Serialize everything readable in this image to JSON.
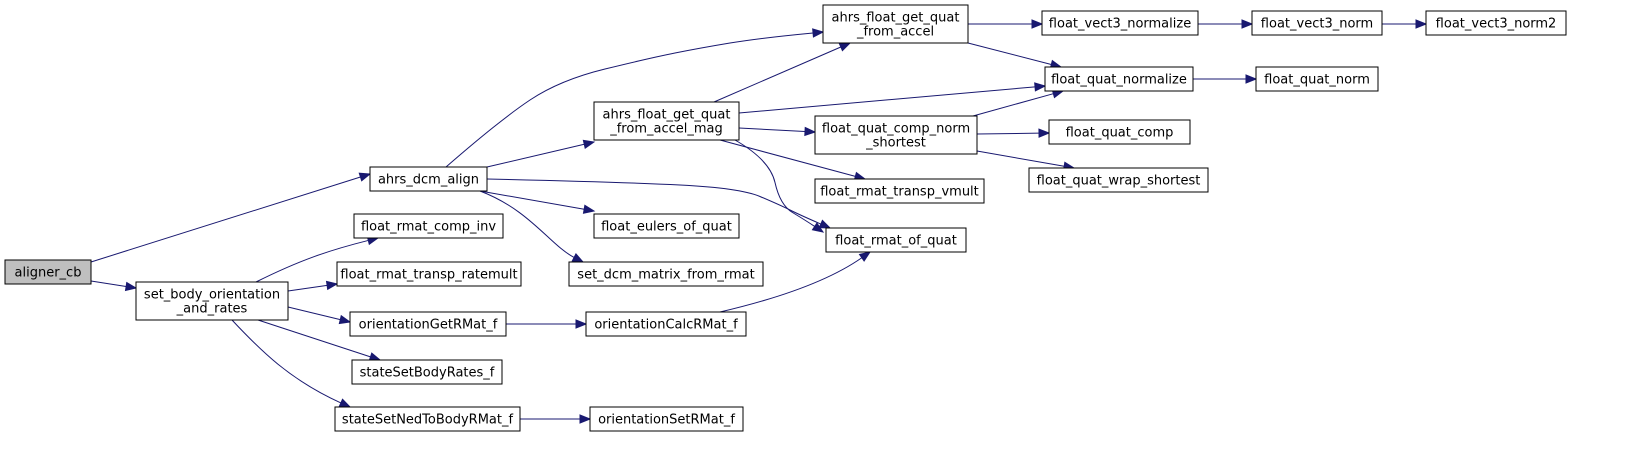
{
  "colors": {
    "edge": "#191970",
    "root_fill": "#bfbfbf",
    "node_fill": "#ffffff",
    "node_border": "#000000"
  },
  "nodes": {
    "aligner_cb": {
      "lines": [
        "aligner_cb"
      ]
    },
    "ahrs_dcm_align": {
      "lines": [
        "ahrs_dcm_align"
      ]
    },
    "set_body_orientation_and_rates": {
      "lines": [
        "set_body_orientation",
        "_and_rates"
      ]
    },
    "ahrs_float_get_quat_from_accel": {
      "lines": [
        "ahrs_float_get_quat",
        "_from_accel"
      ]
    },
    "ahrs_float_get_quat_from_accel_mag": {
      "lines": [
        "ahrs_float_get_quat",
        "_from_accel_mag"
      ]
    },
    "float_eulers_of_quat": {
      "lines": [
        "float_eulers_of_quat"
      ]
    },
    "set_dcm_matrix_from_rmat": {
      "lines": [
        "set_dcm_matrix_from_rmat"
      ]
    },
    "float_rmat_of_quat": {
      "lines": [
        "float_rmat_of_quat"
      ]
    },
    "float_rmat_comp_inv": {
      "lines": [
        "float_rmat_comp_inv"
      ]
    },
    "float_rmat_transp_ratemult": {
      "lines": [
        "float_rmat_transp_ratemult"
      ]
    },
    "orientationGetRMat_f": {
      "lines": [
        "orientationGetRMat_f"
      ]
    },
    "stateSetBodyRates_f": {
      "lines": [
        "stateSetBodyRates_f"
      ]
    },
    "stateSetNedToBodyRMat_f": {
      "lines": [
        "stateSetNedToBodyRMat_f"
      ]
    },
    "float_vect3_normalize": {
      "lines": [
        "float_vect3_normalize"
      ]
    },
    "float_quat_normalize": {
      "lines": [
        "float_quat_normalize"
      ]
    },
    "float_vect3_norm": {
      "lines": [
        "float_vect3_norm"
      ]
    },
    "float_vect3_norm2": {
      "lines": [
        "float_vect3_norm2"
      ]
    },
    "float_quat_norm": {
      "lines": [
        "float_quat_norm"
      ]
    },
    "float_quat_comp_norm_shortest": {
      "lines": [
        "float_quat_comp_norm",
        "_shortest"
      ]
    },
    "float_rmat_transp_vmult": {
      "lines": [
        "float_rmat_transp_vmult"
      ]
    },
    "float_quat_comp": {
      "lines": [
        "float_quat_comp"
      ]
    },
    "float_quat_wrap_shortest": {
      "lines": [
        "float_quat_wrap_shortest"
      ]
    },
    "orientationCalcRMat_f": {
      "lines": [
        "orientationCalcRMat_f"
      ]
    },
    "orientationSetRMat_f": {
      "lines": [
        "orientationSetRMat_f"
      ]
    }
  },
  "edges": [
    [
      "aligner_cb",
      "ahrs_dcm_align"
    ],
    [
      "aligner_cb",
      "set_body_orientation_and_rates"
    ],
    [
      "ahrs_dcm_align",
      "ahrs_float_get_quat_from_accel"
    ],
    [
      "ahrs_dcm_align",
      "ahrs_float_get_quat_from_accel_mag"
    ],
    [
      "ahrs_dcm_align",
      "float_eulers_of_quat"
    ],
    [
      "ahrs_dcm_align",
      "set_dcm_matrix_from_rmat"
    ],
    [
      "ahrs_dcm_align",
      "float_rmat_of_quat"
    ],
    [
      "ahrs_float_get_quat_from_accel",
      "float_vect3_normalize"
    ],
    [
      "ahrs_float_get_quat_from_accel",
      "float_quat_normalize"
    ],
    [
      "float_vect3_normalize",
      "float_vect3_norm"
    ],
    [
      "float_vect3_norm",
      "float_vect3_norm2"
    ],
    [
      "float_quat_normalize",
      "float_quat_norm"
    ],
    [
      "ahrs_float_get_quat_from_accel_mag",
      "ahrs_float_get_quat_from_accel"
    ],
    [
      "ahrs_float_get_quat_from_accel_mag",
      "float_quat_normalize"
    ],
    [
      "ahrs_float_get_quat_from_accel_mag",
      "float_quat_comp_norm_shortest"
    ],
    [
      "ahrs_float_get_quat_from_accel_mag",
      "float_rmat_transp_vmult"
    ],
    [
      "ahrs_float_get_quat_from_accel_mag",
      "float_rmat_of_quat"
    ],
    [
      "float_quat_comp_norm_shortest",
      "float_quat_normalize"
    ],
    [
      "float_quat_comp_norm_shortest",
      "float_quat_comp"
    ],
    [
      "float_quat_comp_norm_shortest",
      "float_quat_wrap_shortest"
    ],
    [
      "set_body_orientation_and_rates",
      "float_rmat_comp_inv"
    ],
    [
      "set_body_orientation_and_rates",
      "float_rmat_transp_ratemult"
    ],
    [
      "set_body_orientation_and_rates",
      "orientationGetRMat_f"
    ],
    [
      "set_body_orientation_and_rates",
      "stateSetBodyRates_f"
    ],
    [
      "set_body_orientation_and_rates",
      "stateSetNedToBodyRMat_f"
    ],
    [
      "orientationGetRMat_f",
      "orientationCalcRMat_f"
    ],
    [
      "orientationCalcRMat_f",
      "float_rmat_of_quat"
    ],
    [
      "stateSetNedToBodyRMat_f",
      "orientationSetRMat_f"
    ]
  ]
}
